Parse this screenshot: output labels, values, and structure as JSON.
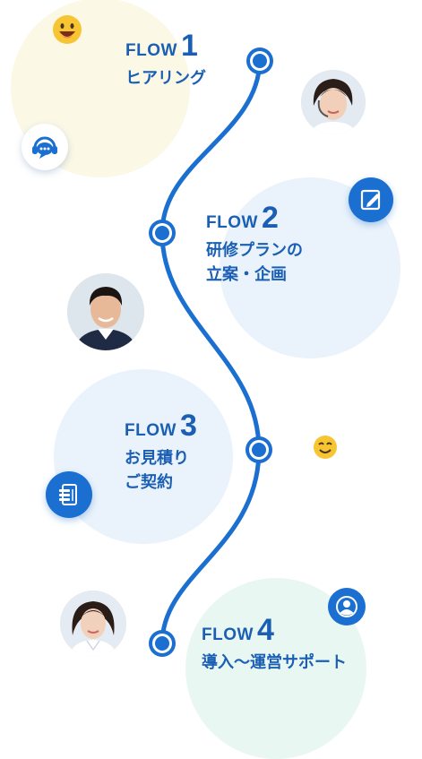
{
  "steps": [
    {
      "label": "FLOW",
      "number": "1",
      "title": "ヒアリング"
    },
    {
      "label": "FLOW",
      "number": "2",
      "title": "研修プランの\n立案・企画"
    },
    {
      "label": "FLOW",
      "number": "3",
      "title": "お見積り\nご契約"
    },
    {
      "label": "FLOW",
      "number": "4",
      "title": "導入〜運営サポート"
    }
  ],
  "colors": {
    "accent": "#1a6fd0",
    "text": "#1a5fb4",
    "bubble_yellow": "#fbf8e6",
    "bubble_blue": "#eaf3fb",
    "bubble_green": "#e9f7f2"
  },
  "icons": [
    "smile-emoji-icon",
    "headset-chat-icon",
    "document-edit-icon",
    "receipt-icon",
    "user-icon",
    "wink-emoji-icon"
  ]
}
